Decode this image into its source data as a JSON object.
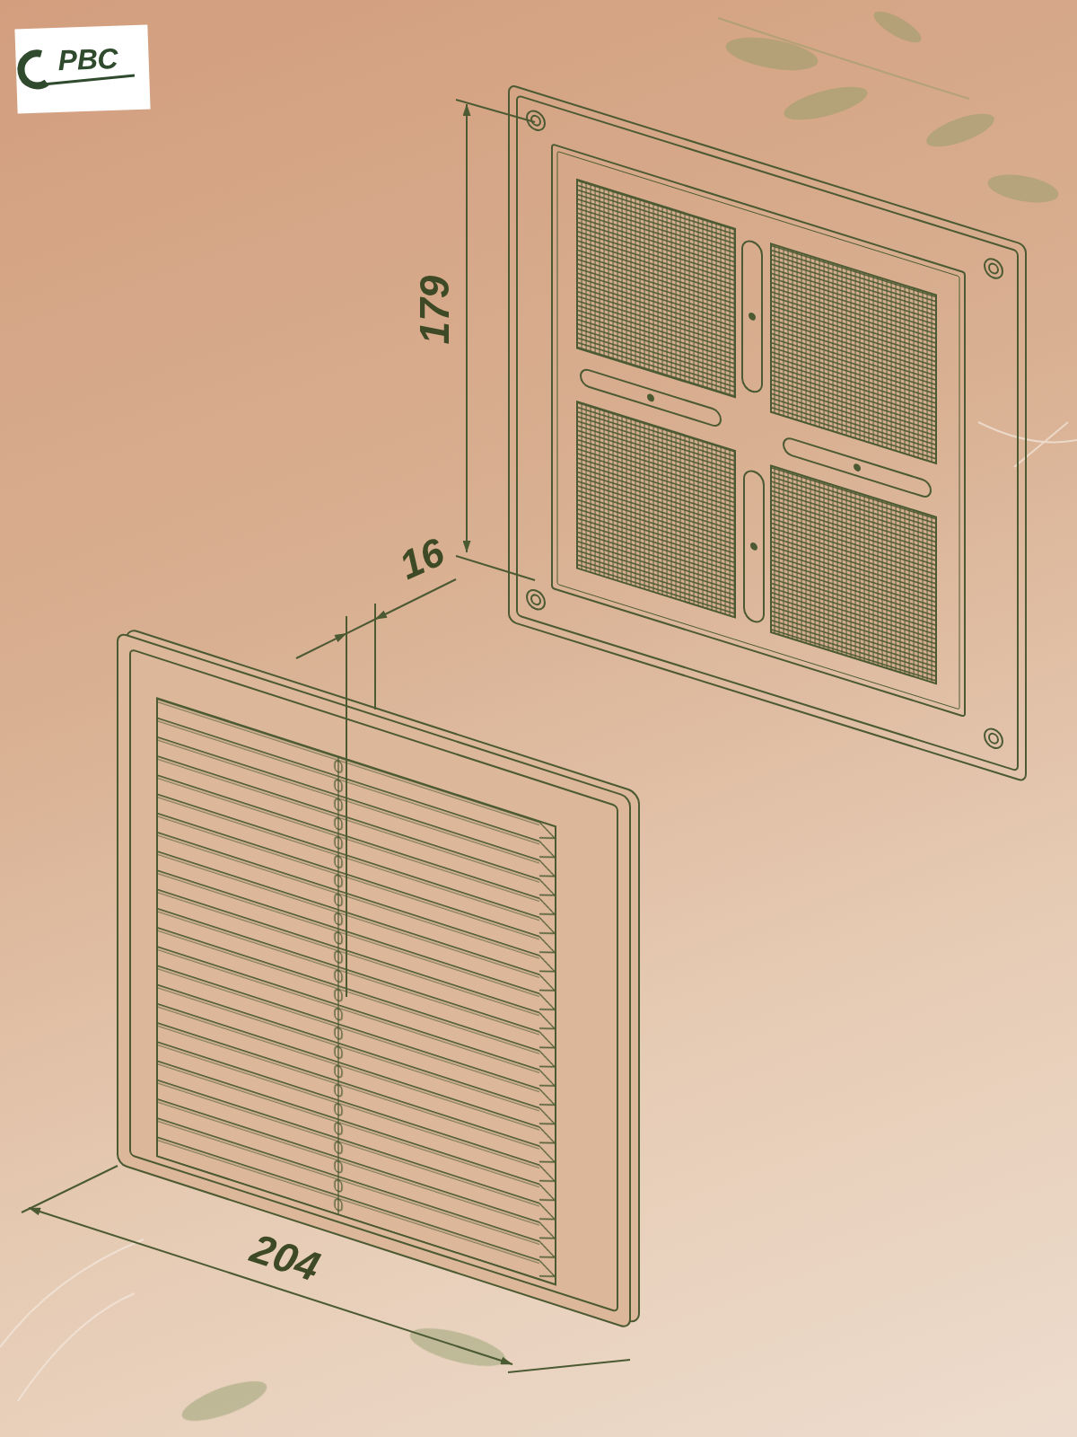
{
  "diagram": {
    "labels": [
      "РВС",
      "179",
      "16",
      "204"
    ]
  }
}
